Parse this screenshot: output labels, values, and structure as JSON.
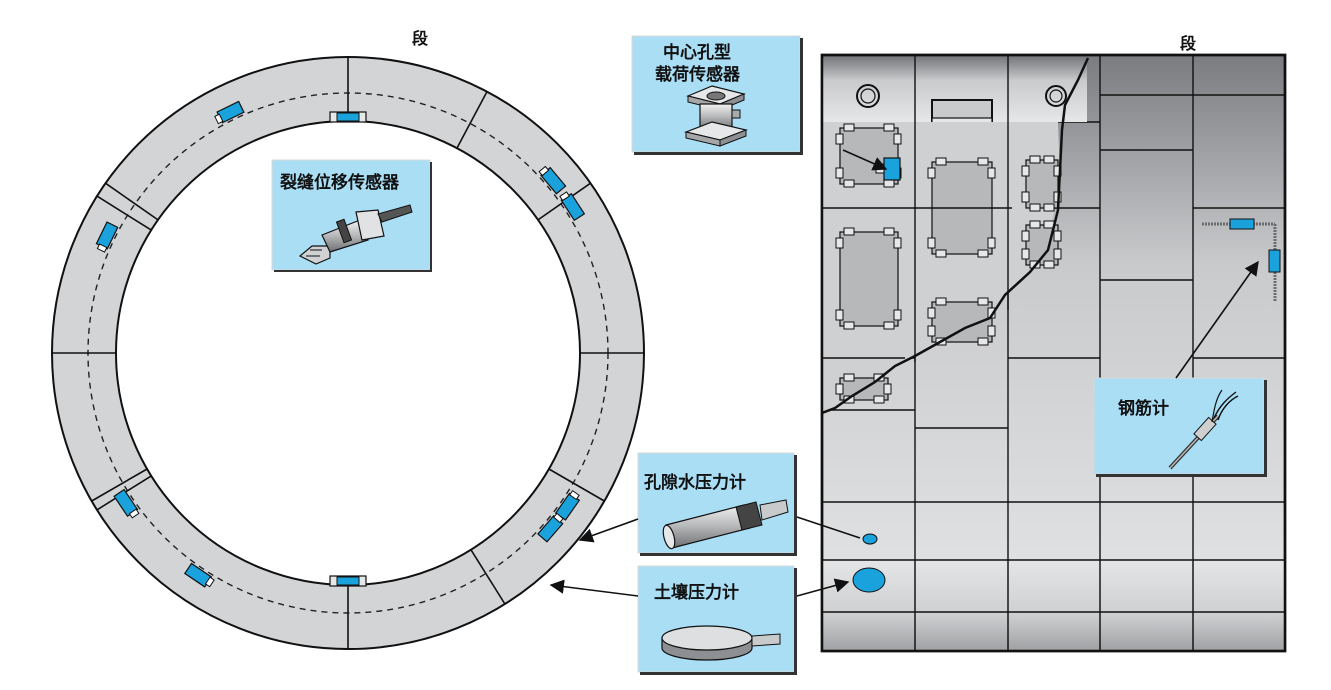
{
  "segment_labels": [
    "段",
    "段"
  ],
  "sensors": {
    "crack_displacement": "裂缝位移传感器",
    "load_cell_line1": "中心孔型",
    "load_cell_line2": "载荷传感器",
    "rebar_meter": "钢筋计",
    "pore_pressure": "孔隙水压力计",
    "earth_pressure": "土壤压力计"
  },
  "colors": {
    "segment_fill": "#d3d4d6",
    "sensor_blue": "#1aa2dc",
    "label_bg": "#a9def5",
    "line": "#111111"
  }
}
